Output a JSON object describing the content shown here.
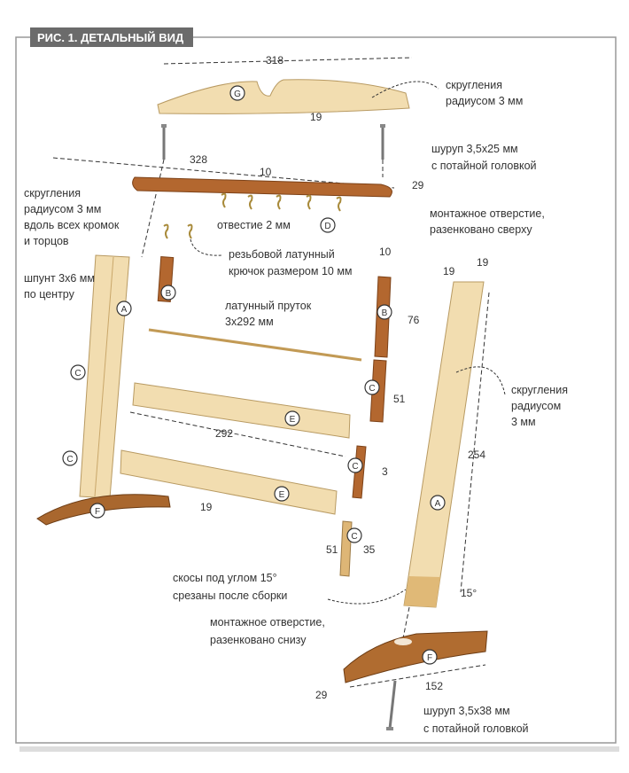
{
  "title": "РИС. 1. ДЕТАЛЬНЫЙ ВИД",
  "parts": {
    "A": "A",
    "B": "B",
    "C": "C",
    "D": "D",
    "E": "E",
    "F": "F",
    "G": "G"
  },
  "dims": {
    "g_length": "318",
    "g_thick": "19",
    "d_length": "328",
    "d_10": "10",
    "d_29": "29",
    "b_10": "10",
    "a_19a": "19",
    "a_19b": "19",
    "b_76": "76",
    "c_51": "51",
    "e_292": "292",
    "c_3": "3",
    "e_19": "19",
    "a_254": "254",
    "c_51b": "51",
    "c_35": "35",
    "angle": "15°",
    "f_29": "29",
    "f_152": "152"
  },
  "labels": {
    "g_round": [
      "скругления",
      "радиусом 3 мм"
    ],
    "screw_top": [
      "шуруп 3,5x25 мм",
      "с потайной головкой"
    ],
    "d_round": [
      "скругления",
      "радиусом 3 мм",
      "вдоль всех кромок",
      "и торцов"
    ],
    "hole": "отвестие 2 мм",
    "mount_top": [
      "монтажное отверстие,",
      "разенковано сверху"
    ],
    "hook": [
      "резьбовой латунный",
      "крючок размером 10 мм"
    ],
    "groove": [
      "шпунт 3x6 мм",
      "по центру"
    ],
    "rod": [
      "латунный пруток",
      "3x292 мм"
    ],
    "a_round": [
      "скругления",
      "радиусом",
      "3 мм"
    ],
    "bevel": [
      "скосы под углом 15°",
      "срезаны после сборки"
    ],
    "mount_bottom": [
      "монтажное отверстие,",
      "разенковано снизу"
    ],
    "screw_bottom": [
      "шуруп 3,5x38 мм",
      "с потайной головкой"
    ]
  }
}
